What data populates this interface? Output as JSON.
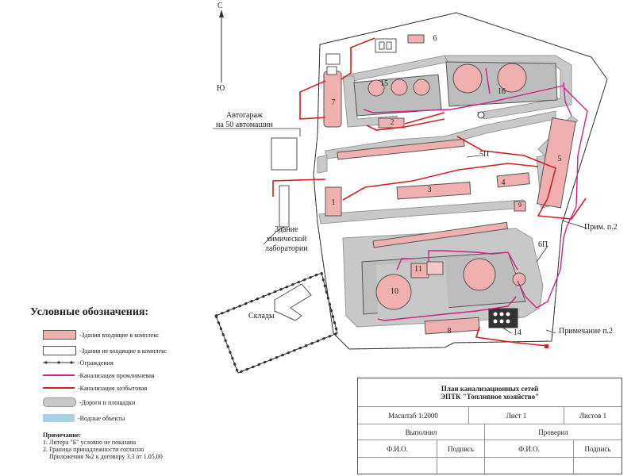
{
  "compass": {
    "north": "С",
    "south": "Ю"
  },
  "labels": {
    "garage_line1": "Автогараж",
    "garage_line2": "на 50 автомашин",
    "lab_line1": "Здание",
    "lab_line2": "химической",
    "lab_line3": "лаборатории",
    "warehouses": "Склады",
    "section_5p": "5П",
    "section_6p": "6П",
    "prim_2_right": "Прим. п.2",
    "prim_2_bottom": "Примечание п.2"
  },
  "building_numbers": [
    "1",
    "2",
    "3",
    "4",
    "5",
    "6",
    "7",
    "8",
    "9",
    "10",
    "11",
    "14",
    "15",
    "16"
  ],
  "legend": {
    "title": "Условные обозначения:",
    "items": [
      {
        "label": "-Здания входящие в комплекс",
        "symbol": "building-in",
        "color": "#f0b0b0"
      },
      {
        "label": "-Здания не входящие в комплекс",
        "symbol": "building-out",
        "color": "#ffffff"
      },
      {
        "label": "-Ограждения",
        "symbol": "fence",
        "color": "#333333"
      },
      {
        "label": "-Канализация промливневая",
        "symbol": "storm-sewer",
        "color": "#d0208a"
      },
      {
        "label": "-Канализация хозбытовая",
        "symbol": "domestic-sewer",
        "color": "#d42020"
      },
      {
        "label": "-Дороги и площадки",
        "symbol": "road",
        "color": "#c8c8c8"
      },
      {
        "label": "-Водные объекты",
        "symbol": "water",
        "color": "#a8d0e6"
      }
    ]
  },
  "notes": {
    "heading": "Примечание:",
    "line1": "1. Литера \"Б\" условно не показана",
    "line2": "2. Граница принадлежности согласно",
    "line3": "Приложения №2 к договору 3.3 от 1.05.00"
  },
  "stamp": {
    "title_line1": "План канализационных сетей",
    "title_line2": "ЭПТК \"Топливное хозяйство\"",
    "scale": "Масштаб 1:2000",
    "sheet": "Лист 1",
    "sheets": "Листов 1",
    "performed": "Выполнил",
    "checked": "Проверил",
    "fio1": "Ф.И.О.",
    "sign1": "Подпись",
    "fio2": "Ф.И.О.",
    "sign2": "Подпись"
  },
  "colors": {
    "building": "#f0b0b0",
    "road": "#c8c8c8",
    "storm": "#d0208a",
    "domestic": "#d42020",
    "fence": "#333333"
  }
}
